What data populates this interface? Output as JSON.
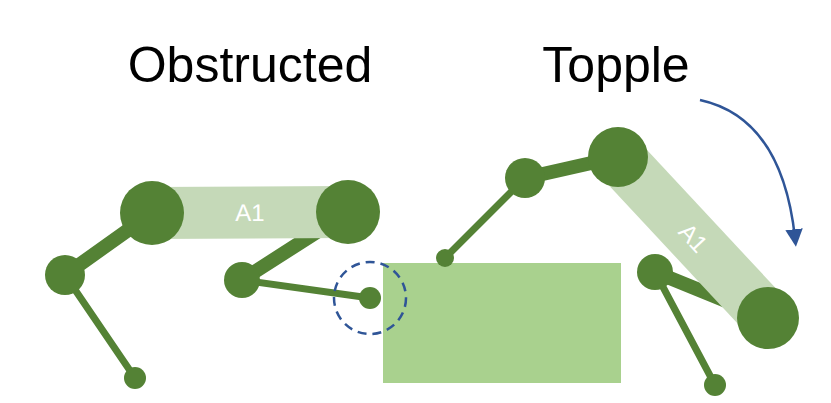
{
  "diagram": {
    "nodes": [
      {
        "text": [
          "A1"
        ]
      },
      {
        "text": [
          "A1"
        ]
      }
    ],
    "labels": [
      "Obstructed",
      "Topple"
    ]
  }
}
